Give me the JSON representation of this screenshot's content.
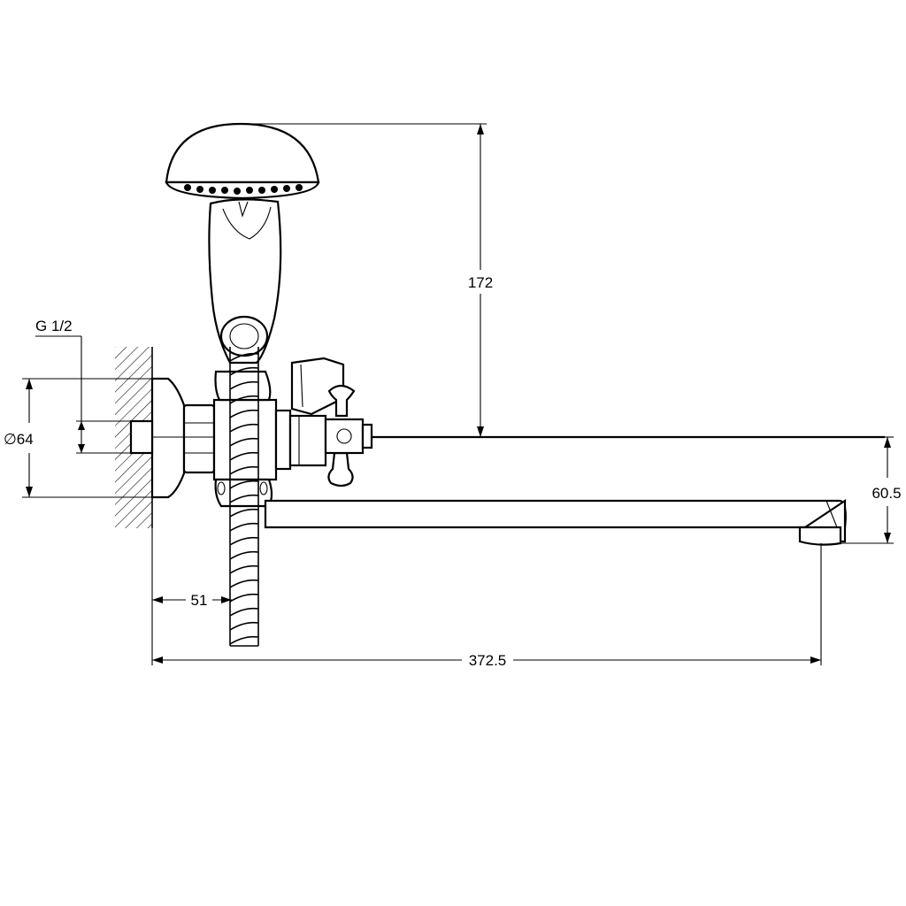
{
  "dimensions": {
    "thread": "G 1/2",
    "flange_diameter": "∅64",
    "height": "172",
    "spout_drop": "60.5",
    "wall_offset": "51",
    "spout_length": "372.5"
  },
  "colors": {
    "line": "#000000",
    "background": "#ffffff"
  }
}
